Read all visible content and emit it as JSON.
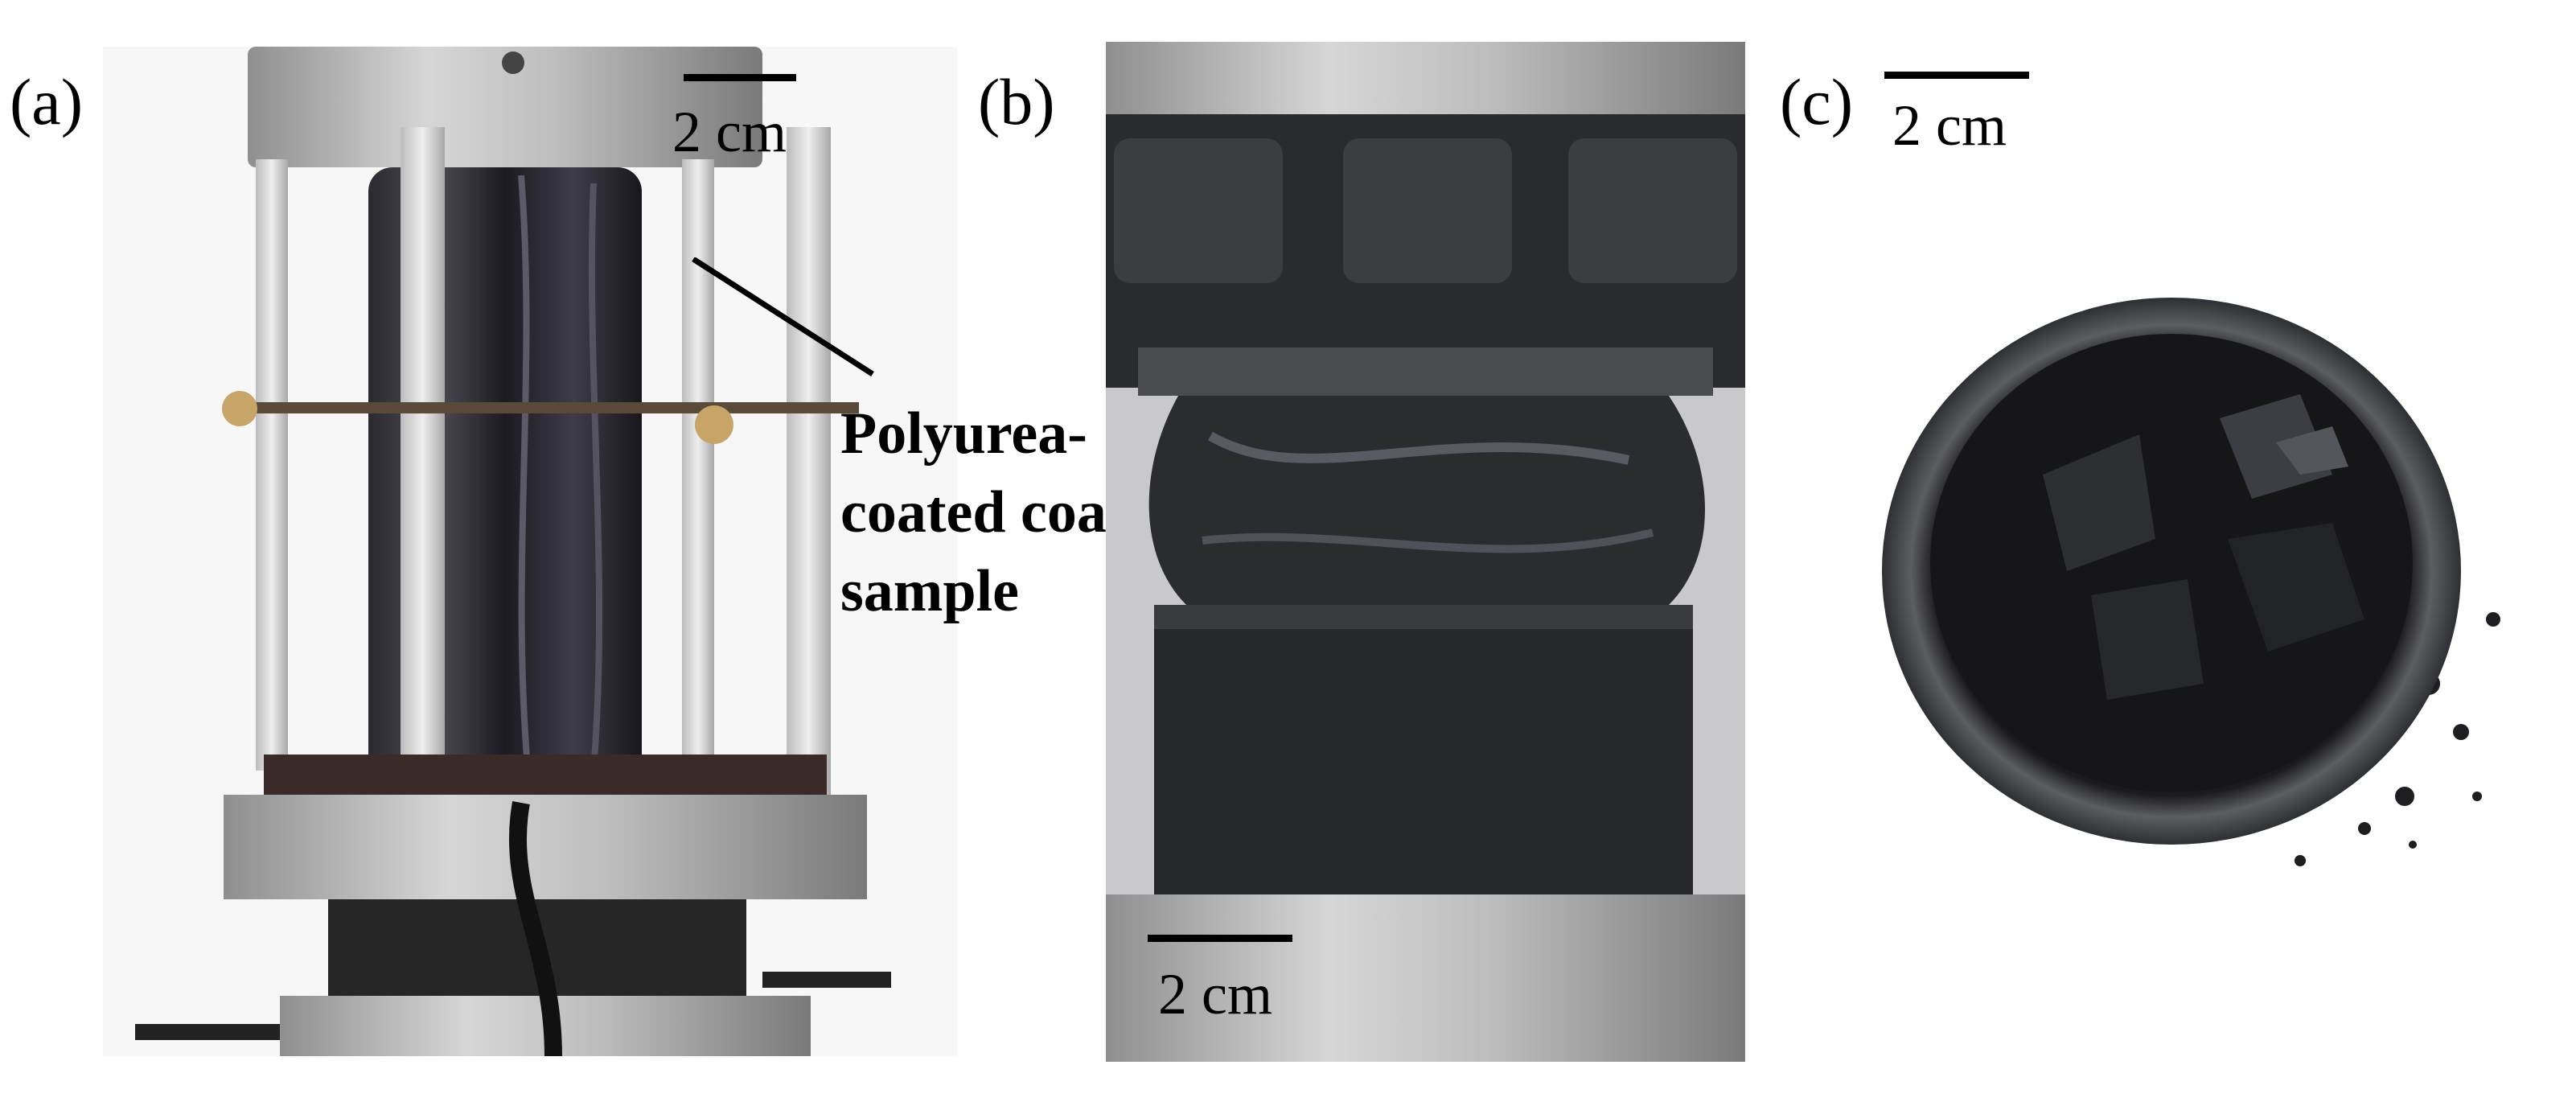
{
  "panels": {
    "a": {
      "label": "(a)",
      "scale_bar_label": "2 cm",
      "annotation": [
        "Polyurea-",
        "coated coal",
        "sample"
      ]
    },
    "b": {
      "label": "(b)",
      "scale_bar_label": "2 cm"
    },
    "c": {
      "label": "(c)",
      "scale_bar_label": "2 cm"
    }
  }
}
